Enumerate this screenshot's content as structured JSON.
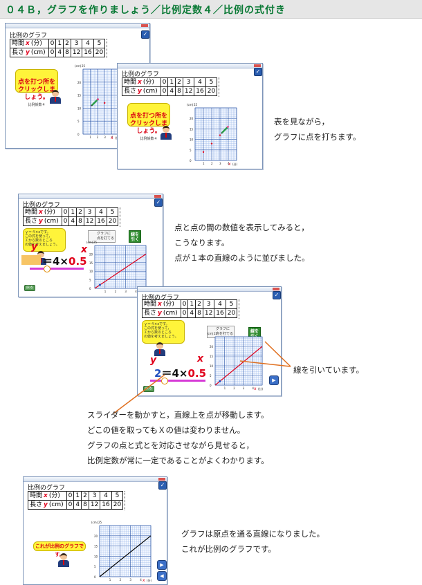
{
  "header": {
    "title": "０４Ｂ，グラフを作りましょう／比例定数４／比例の式付き"
  },
  "window": {
    "title": "比例のグラフ",
    "pen": "✓"
  },
  "table": {
    "row1_head": "時間",
    "row1_var": "x",
    "row1_unit": "(分)",
    "row1_values": [
      "0",
      "1",
      "2",
      "3",
      "4",
      "5"
    ],
    "row2_head": "長さ",
    "row2_var": "y",
    "row2_unit": "(cm)",
    "row2_values": [
      "0",
      "4",
      "8",
      "12",
      "16",
      "20"
    ]
  },
  "graph": {
    "yunit": "(cm)",
    "ymax_label": "25",
    "ticks_y": [
      "20",
      "15",
      "10",
      "5",
      "0"
    ],
    "ticks_x": [
      "1",
      "2",
      "3",
      "4"
    ],
    "x_label": "x",
    "x_unit": "(分)"
  },
  "chart_data": {
    "type": "line",
    "x": [
      0,
      1,
      2,
      3,
      4,
      5
    ],
    "y": [
      0,
      4,
      8,
      12,
      16,
      20
    ],
    "xlim": [
      0,
      5
    ],
    "ylim": [
      0,
      25
    ]
  },
  "scene1": {
    "bubble": "点を打つ所を\nクリックしましょう。",
    "bubble_small": "比例係数４",
    "desc": [
      "表を見ながら，",
      "グラフに点を打ちます。"
    ]
  },
  "scene2": {
    "bubble": "ｙ＝４×ⅹです。\nこの式を使って，\nエから数のところ\nの値を考えましょう。",
    "photo": "グラフに\n点を打てる",
    "green": "線を\n引く",
    "eq_y": "y",
    "eq_x": "x",
    "eq_text": "＝4×",
    "eq_val": "0.5",
    "eq_y2": "2",
    "small_btn": "戻る",
    "desc": [
      "点と点の間の数値を表示してみると，",
      "こうなります。",
      "点が１本の直線のように並びました。"
    ],
    "arrow_note": "線を引いています。"
  },
  "scene3": {
    "desc": [
      "スライダーを動かすと，直線上を点が移動します。",
      "どこの値を取ってもＸの値は変わりません。",
      "グラフの点と式とを対応させながら見せると，",
      "比例定数が常に一定であることがよくわかります。"
    ]
  },
  "scene4": {
    "bubble": "これが比例のグラフです。",
    "desc": [
      "グラフは原点を通る直線になりました。",
      "これが比例のグラフです。"
    ]
  }
}
